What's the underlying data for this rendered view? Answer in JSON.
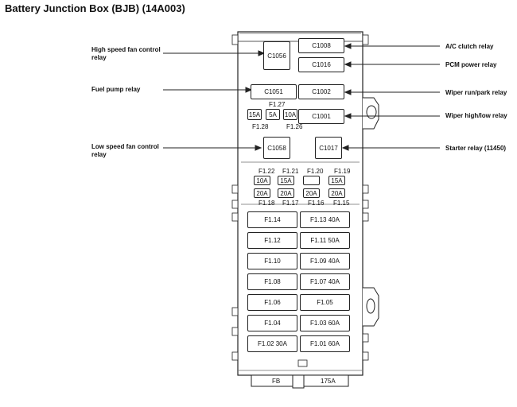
{
  "title": "Battery Junction Box (BJB) (14A003)",
  "callouts": {
    "left": [
      "High speed fan control relay",
      "Fuel pump relay",
      "Low speed fan control relay"
    ],
    "right": [
      "A/C clutch relay",
      "PCM power relay",
      "Wiper run/park relay",
      "Wiper high/low relay",
      "Starter relay (11450)"
    ]
  },
  "relays": {
    "c1056": "C1056",
    "c1008": "C1008",
    "c1016": "C1016",
    "c1051": "C1051",
    "c1002": "C1002",
    "c1001": "C1001",
    "c1058": "C1058",
    "c1017": "C1017"
  },
  "small_fuses": {
    "f127": "F1.27",
    "f128": "F1.28",
    "f126": "F1.26",
    "a15": "15A",
    "a5": "5A",
    "a10": "10A"
  },
  "mini_fuses": {
    "top_labels": [
      "F1.22",
      "F1.21",
      "F1.20",
      "F1.19"
    ],
    "row1": [
      "10A",
      "15A",
      "",
      "15A"
    ],
    "row2": [
      "20A",
      "20A",
      "20A",
      "20A"
    ],
    "bottom_labels": [
      "F1.18",
      "F1.17",
      "F1.16",
      "F1.15"
    ]
  },
  "maxi_fuses": [
    [
      "F1.14",
      "F1.13  40A"
    ],
    [
      "F1.12",
      "F1.11  50A"
    ],
    [
      "F1.10",
      "F1.09  40A"
    ],
    [
      "F1.08",
      "F1.07  40A"
    ],
    [
      "F1.06",
      "F1.05"
    ],
    [
      "F1.04",
      "F1.03  60A"
    ],
    [
      "F1.02   30A",
      "F1.01  60A"
    ]
  ],
  "bottom": {
    "fb": "FB",
    "rating": "175A"
  }
}
